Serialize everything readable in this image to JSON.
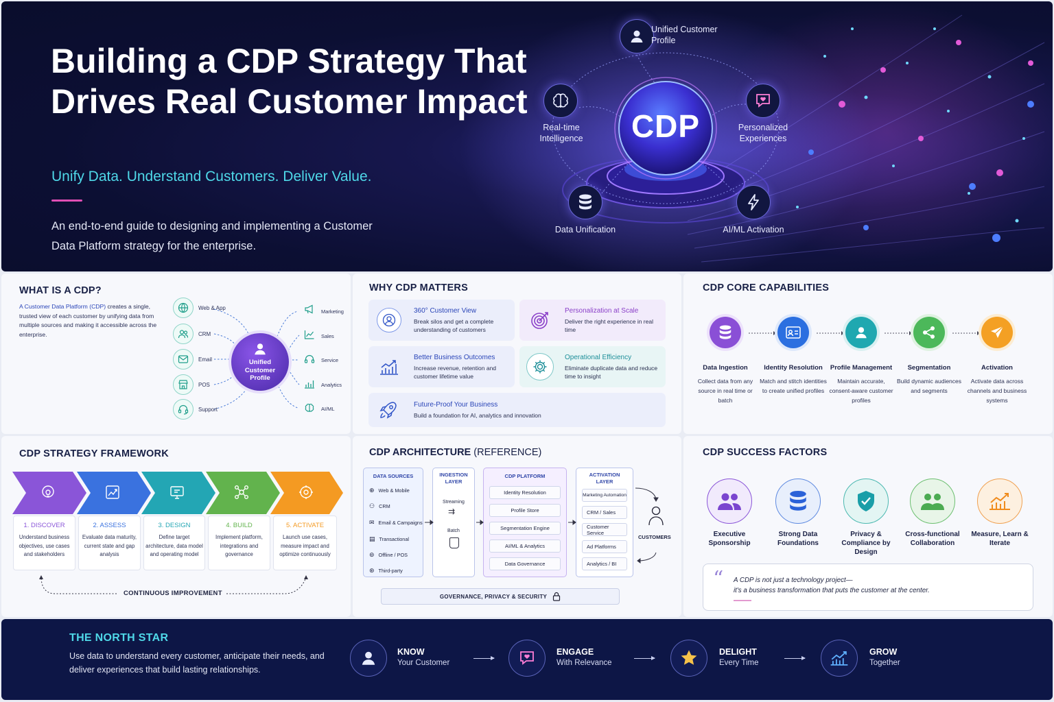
{
  "hero": {
    "title": "Building a CDP Strategy That Drives Real Customer Impact",
    "subtitle": "Unify Data. Understand Customers. Deliver Value.",
    "description": "An end-to-end guide to designing and implementing a Customer Data Platform strategy for the enterprise.",
    "center": "CDP",
    "nodes": [
      {
        "label": "Unified Customer Profile",
        "icon": "user-icon"
      },
      {
        "label": "Real-time Intelligence",
        "icon": "brain-icon"
      },
      {
        "label": "Personalized Experiences",
        "icon": "heart-chat-icon"
      },
      {
        "label": "Data Unification",
        "icon": "database-icon"
      },
      {
        "label": "AI/ML Activation",
        "icon": "lightning-icon"
      }
    ]
  },
  "what": {
    "heading": "WHAT IS A CDP?",
    "intro_link": "A Customer Data Platform (CDP)",
    "intro_rest": " creates a single, trusted view of each customer by unifying data from multiple sources and making it accessible across the enterprise.",
    "sources": [
      "Web & App",
      "CRM",
      "Email",
      "POS",
      "Support"
    ],
    "center": "Unified Customer Profile",
    "outputs": [
      "Marketing",
      "Sales",
      "Service",
      "Analytics",
      "AI/ML"
    ]
  },
  "why": {
    "heading": "WHY CDP MATTERS",
    "cards": [
      {
        "title": "360° Customer View",
        "desc": "Break silos and get a complete understanding of customers"
      },
      {
        "title": "Personalization at Scale",
        "desc": "Deliver the right experience in real time"
      },
      {
        "title": "Better Business Outcomes",
        "desc": "Increase revenue, retention and customer lifetime value"
      },
      {
        "title": "Operational Efficiency",
        "desc": "Eliminate duplicate data and reduce time to insight"
      },
      {
        "title": "Future-Proof Your Business",
        "desc": "Build a foundation for AI, analytics and innovation"
      }
    ]
  },
  "capabilities": {
    "heading": "CDP CORE CAPABILITIES",
    "items": [
      {
        "title": "Data Ingestion",
        "desc": "Collect data from any source in real time or batch",
        "color": "#8a4fd6"
      },
      {
        "title": "Identity Resolution",
        "desc": "Match and stitch identities to create unified profiles",
        "color": "#2b6fe0"
      },
      {
        "title": "Profile Management",
        "desc": "Maintain accurate, consent-aware customer profiles",
        "color": "#1fa8b0"
      },
      {
        "title": "Segmentation",
        "desc": "Build dynamic audiences and segments",
        "color": "#4cb85a"
      },
      {
        "title": "Activation",
        "desc": "Activate data across channels and business systems",
        "color": "#f4a024"
      }
    ]
  },
  "framework": {
    "heading": "CDP STRATEGY FRAMEWORK",
    "steps": [
      {
        "title": "1. DISCOVER",
        "desc": "Understand business objectives, use cases and stakeholders",
        "color": "#8a55d8"
      },
      {
        "title": "2. ASSESS",
        "desc": "Evaluate data maturity, current state and gap analysis",
        "color": "#3a72df"
      },
      {
        "title": "3. DESIGN",
        "desc": "Define target architecture, data model and operating model",
        "color": "#23a6b4"
      },
      {
        "title": "4. BUILD",
        "desc": "Implement platform, integrations and governance",
        "color": "#62b34d"
      },
      {
        "title": "5. ACTIVATE",
        "desc": "Launch use cases, measure impact and optimize continuously",
        "color": "#f49a22"
      }
    ],
    "loop": "CONTINUOUS IMPROVEMENT"
  },
  "architecture": {
    "heading": "CDP ARCHITECTURE",
    "heading_suffix": " (REFERENCE)",
    "sources_title": "DATA SOURCES",
    "sources": [
      "Web & Mobile",
      "CRM",
      "Email & Campaigns",
      "Transactional",
      "Offline / POS",
      "Third-party"
    ],
    "ingestion_title": "INGESTION LAYER",
    "ingestion": [
      "Streaming",
      "Batch"
    ],
    "platform_title": "CDP PLATFORM",
    "platform": [
      "Identity Resolution",
      "Profile Store",
      "Segmentation Engine",
      "AI/ML & Analytics",
      "Data Governance"
    ],
    "activation_title": "ACTIVATION LAYER",
    "activation": [
      "Marketing Automation",
      "CRM / Sales",
      "Customer Service",
      "Ad Platforms",
      "Analytics / BI"
    ],
    "customers": "CUSTOMERS",
    "governance": "GOVERNANCE, PRIVACY & SECURITY"
  },
  "success": {
    "heading": "CDP SUCCESS FACTORS",
    "items": [
      {
        "title": "Executive Sponsorship",
        "color": "#7a45cf"
      },
      {
        "title": "Strong Data Foundations",
        "color": "#2b62d8"
      },
      {
        "title": "Privacy & Compliance by Design",
        "color": "#1a9ea8"
      },
      {
        "title": "Cross-functional Collaboration",
        "color": "#4bab52"
      },
      {
        "title": "Measure, Learn & Iterate",
        "color": "#f08c1e"
      }
    ],
    "quote1": "A CDP is not just a technology project—",
    "quote2": "it's a business transformation that puts the customer at the center."
  },
  "north": {
    "heading": "THE NORTH STAR",
    "desc": "Use data to understand every customer, anticipate their needs, and deliver experiences that build lasting relationships.",
    "steps": [
      {
        "title": "KNOW",
        "sub": "Your Customer",
        "icon": "user-icon"
      },
      {
        "title": "ENGAGE",
        "sub": "With Relevance",
        "icon": "heart-chat-icon"
      },
      {
        "title": "DELIGHT",
        "sub": "Every Time",
        "icon": "star-icon"
      },
      {
        "title": "GROW",
        "sub": "Together",
        "icon": "growth-chart-icon"
      }
    ]
  }
}
